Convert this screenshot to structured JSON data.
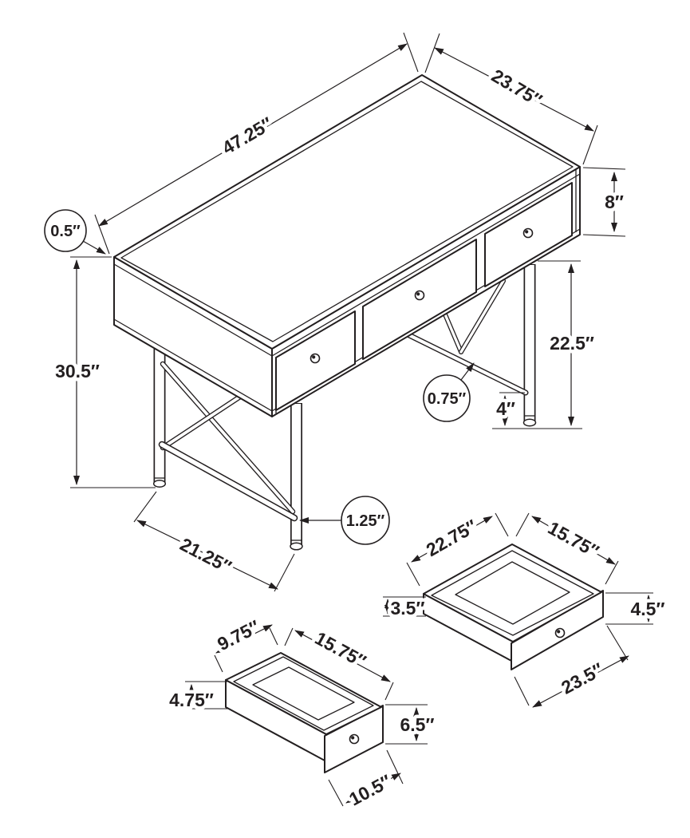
{
  "diagram": {
    "background": "#ffffff",
    "line_color": "#231f20",
    "desk_view": {
      "top_length": "47.25″",
      "top_depth": "23.75″",
      "apron_height": "8″",
      "top_thickness": "0.5″",
      "overall_height": "30.5″",
      "leg_clearance": "22.5″",
      "brace_diameter": "0.75″",
      "foot_height": "4″",
      "leg_diameter": "1.25″",
      "front_leg_spacing": "21.25″"
    },
    "wide_drawer_view": {
      "inner_width": "22.75″",
      "inner_depth": "15.75″",
      "side_height": "3.5″",
      "front_height": "4.5″",
      "front_width": "23.5″"
    },
    "small_drawer_view": {
      "inner_width": "9.75″",
      "inner_depth": "15.75″",
      "side_height": "4.75″",
      "front_height": "6.5″",
      "front_width": "10.5″"
    }
  }
}
